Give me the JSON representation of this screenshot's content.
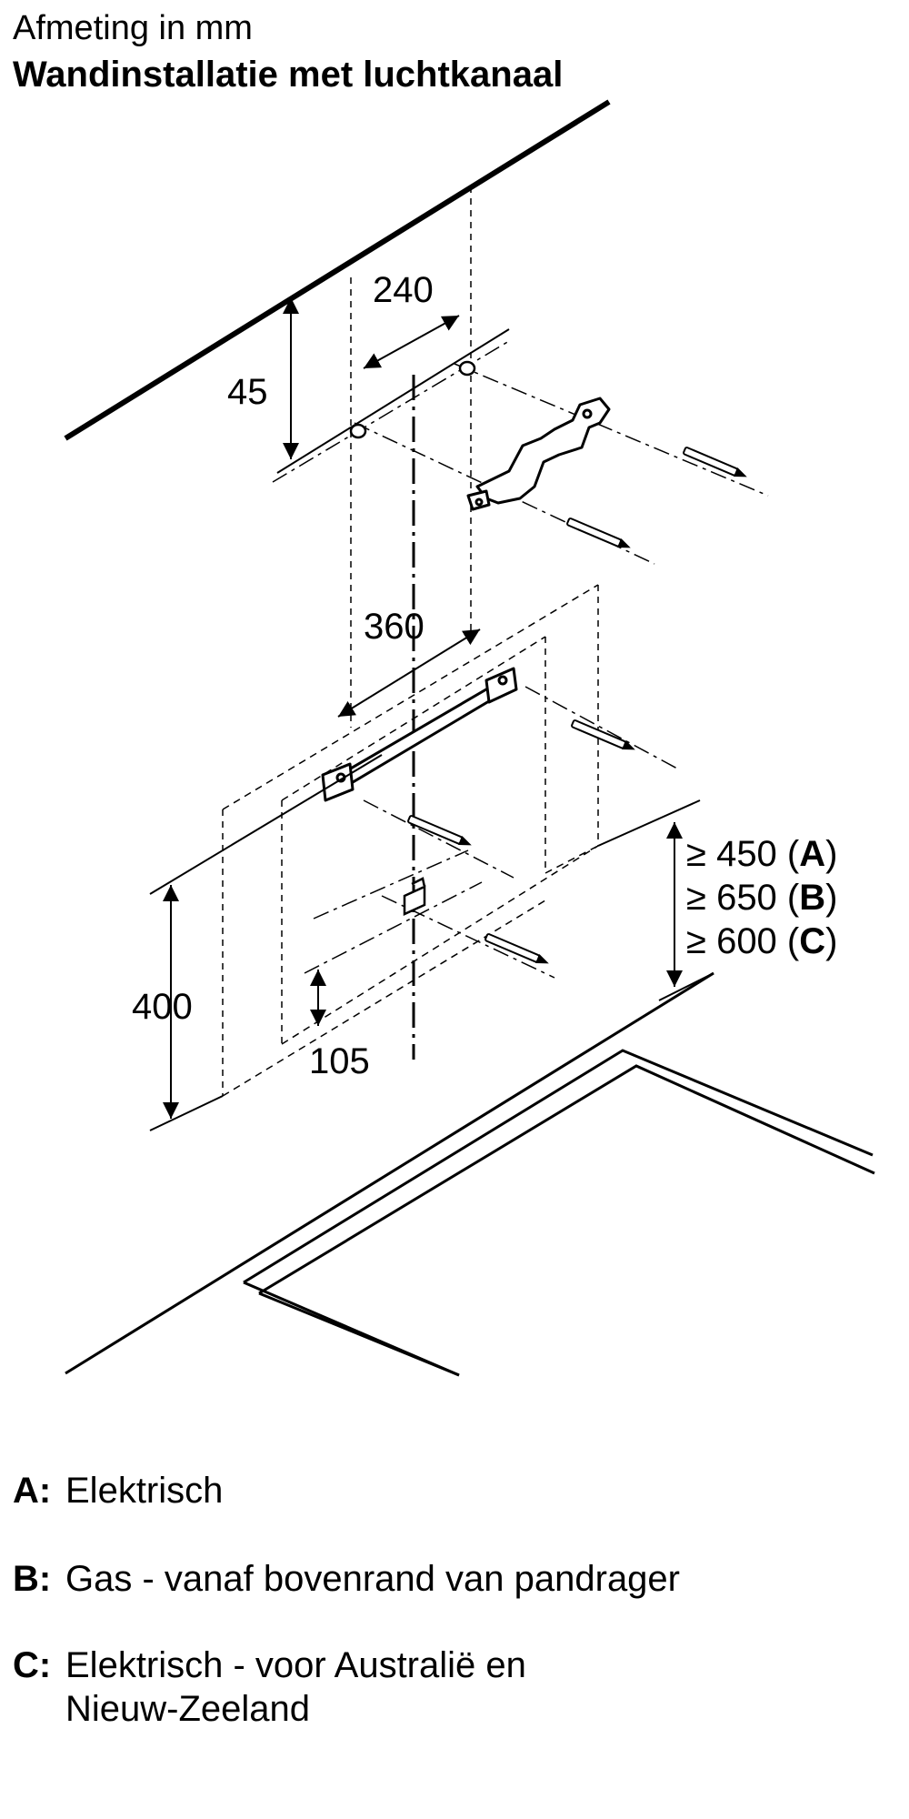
{
  "header": {
    "title": "Afmeting in mm",
    "subtitle": "Wandinstallatie met luchtkanaal"
  },
  "dimensions": {
    "d45": "45",
    "d240": "240",
    "d360": "360",
    "d400": "400",
    "d105": "105"
  },
  "requirements": [
    {
      "prefix": "≥ 450 (",
      "key": "A",
      "suffix": ")"
    },
    {
      "prefix": "≥ 650 (",
      "key": "B",
      "suffix": ")"
    },
    {
      "prefix": "≥ 600 (",
      "key": "C",
      "suffix": ")"
    }
  ],
  "legend": [
    {
      "key": "A:",
      "text": "Elektrisch"
    },
    {
      "key": "B:",
      "text": "Gas - vanaf bovenrand van pandrager"
    },
    {
      "key": "C:",
      "text": "Elektrisch - voor Australië en Nieuw-Zeeland"
    }
  ]
}
